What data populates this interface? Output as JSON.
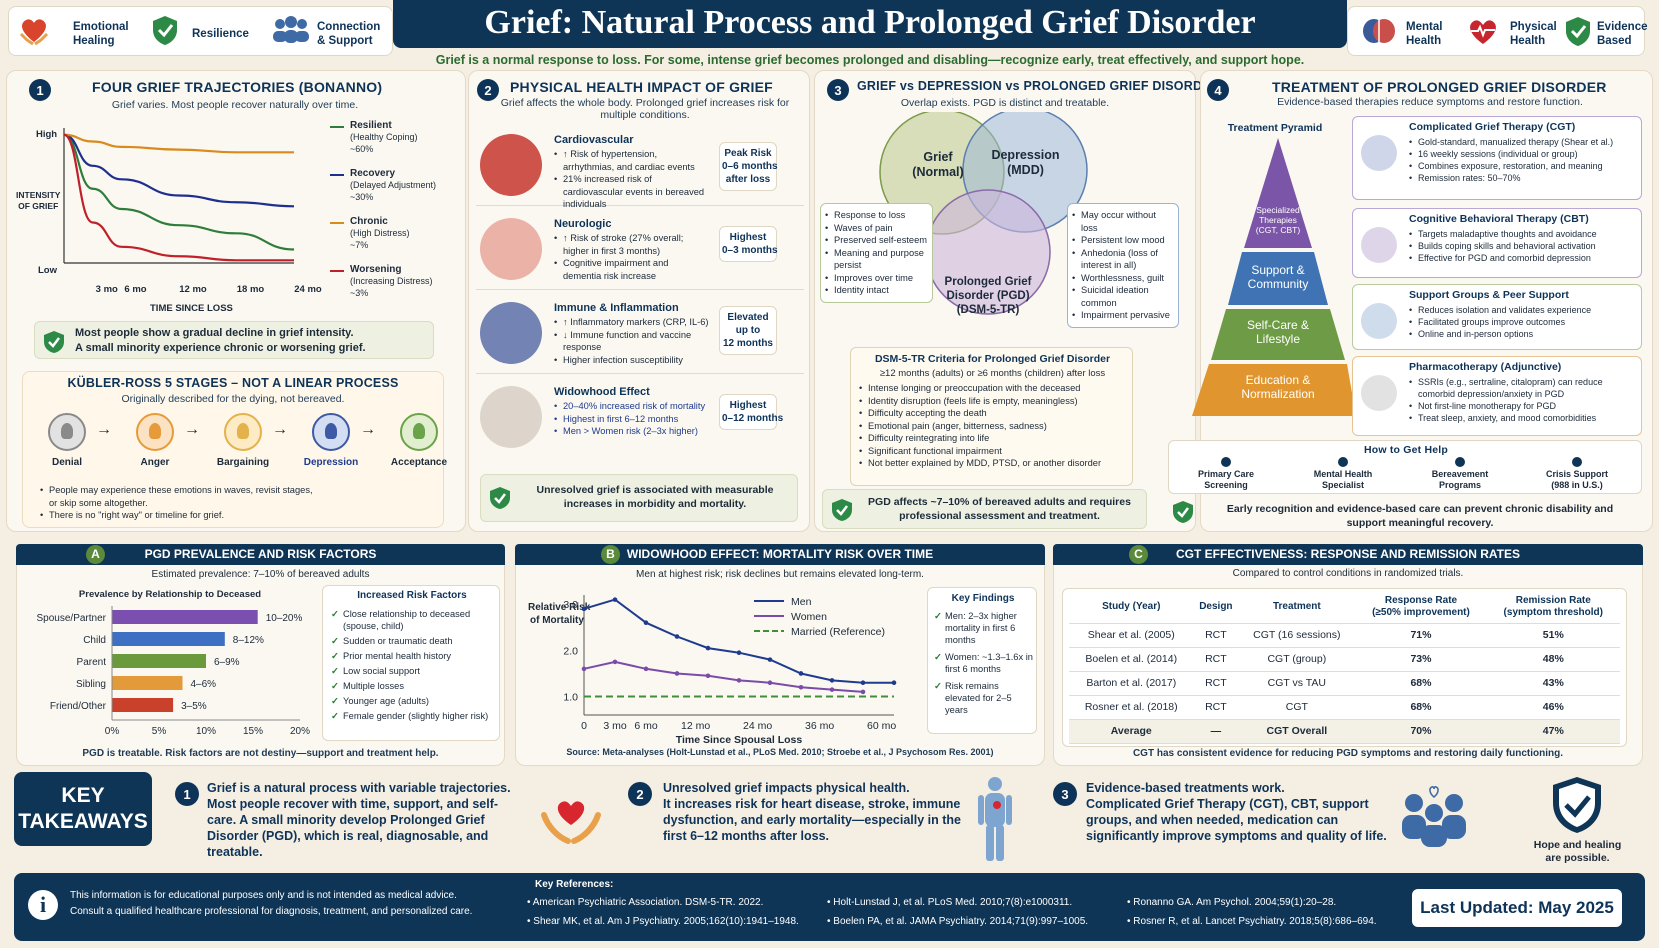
{
  "header": {
    "title": "Grief: Natural Process and Prolonged Grief Disorder",
    "subtitle": "Grief is a normal response to loss. For some, intense grief becomes prolonged and disabling—recognize early, treat effectively, and support hope.",
    "left_icons": [
      {
        "label": "Emotional\nHealing",
        "icon": "heart-hands-icon"
      },
      {
        "label": "Resilience",
        "icon": "shield-icon"
      },
      {
        "label": "Connection\n& Support",
        "icon": "people-icon"
      }
    ],
    "right_icons": [
      {
        "label": "Mental\nHealth",
        "icon": "brain-icon"
      },
      {
        "label": "Physical\nHealth",
        "icon": "heart-icon"
      },
      {
        "label": "Evidence\nBased",
        "icon": "shield-check-icon"
      }
    ]
  },
  "s1": {
    "num": "1",
    "title": "FOUR GRIEF TRAJECTORIES (BONANNO)",
    "sub": "Grief varies. Most people recover naturally over time.",
    "ylabel": "INTENSITY\nOF GRIEF",
    "y_high": "High",
    "y_low": "Low",
    "xlabel": "TIME SINCE LOSS",
    "xticks": [
      "3 mo",
      "6 mo",
      "12 mo",
      "18 mo",
      "24 mo"
    ],
    "legend": [
      {
        "name": "Resilient",
        "desc": "(Healthy Coping)",
        "pct": "~60%",
        "color": "#2e7d3a"
      },
      {
        "name": "Recovery",
        "desc": "(Delayed Adjustment)",
        "pct": "~30%",
        "color": "#1f2f8f"
      },
      {
        "name": "Chronic",
        "desc": "(High Distress)",
        "pct": "~7%",
        "color": "#d98a1c"
      },
      {
        "name": "Worsening",
        "desc": "(Increasing Distress)",
        "pct": "~3%",
        "color": "#c0202a"
      }
    ],
    "note1": "Most people show a gradual decline in grief intensity.",
    "note2": "A small minority experience chronic or worsening grief."
  },
  "kr": {
    "title": "KÜBLER-ROSS 5 STAGES – NOT A LINEAR PROCESS",
    "sub": "Originally described for the dying, not bereaved.",
    "stages": [
      "Denial",
      "Anger",
      "Bargaining",
      "Depression",
      "Acceptance"
    ],
    "arrow": "→",
    "b1": "People may experience these emotions in waves, revisit stages,",
    "b1b": "or skip some altogether.",
    "b2": "There is no \"right way\" or timeline for grief."
  },
  "s2": {
    "num": "2",
    "title": "PHYSICAL HEALTH IMPACT OF GRIEF",
    "sub": "Grief affects the whole body. Prolonged grief increases risk for multiple conditions.",
    "items": [
      {
        "title": "Cardiovascular",
        "bullets": [
          "↑ Risk of hypertension, arrhythmias, and cardiac events",
          "21% increased risk of cardiovascular events in bereaved individuals"
        ],
        "pill": "Peak Risk\n0–6 months\nafter loss"
      },
      {
        "title": "Neurologic",
        "bullets": [
          "↑ Risk of stroke (27% overall; higher in first 3 months)",
          "Cognitive impairment and dementia risk increase"
        ],
        "pill": "Highest\n0–3 months"
      },
      {
        "title": "Immune & Inflammation",
        "bullets": [
          "↑ Inflammatory markers (CRP, IL-6)",
          "↓ Immune function and vaccine response",
          "Higher infection susceptibility"
        ],
        "pill": "Elevated\nup to\n12 months"
      },
      {
        "title": "Widowhood Effect",
        "bullets": [
          "20–40% increased risk of mortality",
          "Highest in first 6–12 months",
          "Men > Women risk (2–3x higher)"
        ],
        "pill": "Highest\n0–12 months"
      }
    ],
    "note": "Unresolved grief is associated with measurable increases in morbidity and mortality."
  },
  "s3": {
    "num": "3",
    "title": "GRIEF vs DEPRESSION vs PROLONGED GRIEF DISORDER",
    "sub": "Overlap exists. PGD is distinct and treatable.",
    "c1": "Grief\n(Normal)",
    "c2": "Depression\n(MDD)",
    "c3": "Prolonged Grief\nDisorder (PGD)\n(DSM-5-TR)",
    "left": [
      "Response to loss",
      "Waves of pain",
      "Preserved self-esteem",
      "Meaning and purpose persist",
      "Improves over time",
      "Identity intact"
    ],
    "right": [
      "May occur without loss",
      "Persistent low mood",
      "Anhedonia (loss of interest in all)",
      "Worthlessness, guilt",
      "Suicidal ideation common",
      "Impairment pervasive"
    ],
    "dsm_title": "DSM-5-TR Criteria for Prolonged Grief Disorder",
    "dsm_sub": "≥12 months (adults) or ≥6 months (children) after loss",
    "dsm": [
      "Intense longing or preoccupation with the deceased",
      "Identity disruption (feels life is empty, meaningless)",
      "Difficulty accepting the death",
      "Emotional pain (anger, bitterness, sadness)",
      "Difficulty reintegrating into life",
      "Significant functional impairment",
      "Not better explained by MDD, PTSD, or another disorder"
    ],
    "note": "PGD affects ~7–10% of bereaved adults and requires professional assessment and treatment."
  },
  "s4": {
    "num": "4",
    "title": "TREATMENT OF PROLONGED GRIEF DISORDER",
    "sub": "Evidence-based therapies reduce symptoms and restore function.",
    "pyr_title": "Treatment Pyramid",
    "pyr": [
      "Specialized\nTherapies\n(CGT, CBT)",
      "Support &\nCommunity",
      "Self-Care &\nLifestyle",
      "Education &\nNormalization"
    ],
    "cards": [
      {
        "title": "Complicated Grief Therapy (CGT)",
        "bullets": [
          "Gold-standard, manualized therapy (Shear et al.)",
          "16 weekly sessions (individual or group)",
          "Combines exposure, restoration, and meaning",
          "Remission rates: 50–70%"
        ]
      },
      {
        "title": "Cognitive Behavioral Therapy (CBT)",
        "bullets": [
          "Targets maladaptive thoughts and avoidance",
          "Builds coping skills and behavioral activation",
          "Effective for PGD and comorbid depression"
        ]
      },
      {
        "title": "Support Groups & Peer Support",
        "bullets": [
          "Reduces isolation and validates experience",
          "Facilitated groups improve outcomes",
          "Online and in-person options"
        ]
      },
      {
        "title": "Pharmacotherapy (Adjunctive)",
        "bullets": [
          "SSRIs (e.g., sertraline, citalopram) can reduce comorbid depression/anxiety in PGD",
          "Not first-line monotherapy for PGD",
          "Treat sleep, anxiety, and mood comorbidities"
        ]
      }
    ],
    "help_title": "How to Get Help",
    "help": [
      "Primary Care\nScreening",
      "Mental Health\nSpecialist",
      "Bereavement\nPrograms",
      "Crisis Support\n(988 in U.S.)"
    ],
    "note": "Early recognition and evidence-based care can prevent chronic disability and support meaningful recovery."
  },
  "A": {
    "letter": "A",
    "title": "PGD PREVALENCE AND RISK FACTORS",
    "sub": "Estimated prevalence: 7–10% of bereaved adults",
    "chart_title": "Prevalence by Relationship to Deceased",
    "rf_title": "Increased Risk Factors",
    "risk": [
      "Close relationship to deceased (spouse, child)",
      "Sudden or traumatic death",
      "Prior mental health history",
      "Low social support",
      "Multiple losses",
      "Younger age (adults)",
      "Female gender (slightly higher risk)"
    ],
    "foot": "PGD is treatable. Risk factors are not destiny—support and treatment help."
  },
  "B": {
    "letter": "B",
    "title": "WIDOWHOOD EFFECT: MORTALITY RISK OVER TIME",
    "sub": "Men at highest risk; risk declines but remains elevated long-term.",
    "kf_title": "Key Findings",
    "kf": [
      "Men: 2–3x higher mortality in first 6 months",
      "Women: ~1.3–1.6x in first 6 months",
      "Risk remains elevated for 2–5 years"
    ],
    "source": "Source: Meta-analyses (Holt-Lunstad et al., PLoS Med. 2010; Stroebe et al., J Psychosom Res. 2001)"
  },
  "C": {
    "letter": "C",
    "title": "CGT EFFECTIVENESS: RESPONSE AND REMISSION RATES",
    "sub": "Compared to control conditions in randomized trials.",
    "headers": [
      "Study (Year)",
      "Design",
      "Treatment",
      "Response Rate\n(≥50% improvement)",
      "Remission Rate\n(symptom threshold)"
    ],
    "rows": [
      [
        "Shear et al. (2005)",
        "RCT",
        "CGT (16 sessions)",
        "71%",
        "51%"
      ],
      [
        "Boelen et al. (2014)",
        "RCT",
        "CGT (group)",
        "73%",
        "48%"
      ],
      [
        "Barton et al. (2017)",
        "RCT",
        "CGT vs TAU",
        "68%",
        "43%"
      ],
      [
        "Rosner et al. (2018)",
        "RCT",
        "CGT",
        "68%",
        "46%"
      ],
      [
        "Average",
        "—",
        "CGT Overall",
        "70%",
        "47%"
      ]
    ],
    "foot": "CGT has consistent evidence for reducing PGD symptoms and restoring daily functioning."
  },
  "takeaways": {
    "title": "KEY\nTAKEAWAYS",
    "items": [
      {
        "num": "1",
        "l1": "Grief is a natural process with variable trajectories.",
        "rest": "Most people recover with time, support, and self-care. A small minority develop Prolonged Grief Disorder (PGD), which is real, diagnosable, and treatable."
      },
      {
        "num": "2",
        "l1": "Unresolved grief impacts physical health.",
        "rest": "It increases risk for heart disease, stroke, immune dysfunction, and early mortality—especially in the first 6–12 months after loss."
      },
      {
        "num": "3",
        "l1": "Evidence-based treatments work.",
        "rest": "Complicated Grief Therapy (CGT), CBT, support groups, and when needed, medication can significantly improve symptoms and quality of life."
      }
    ],
    "hope": "Hope and healing\nare possible."
  },
  "footer": {
    "disclaimer1": "This information is for educational purposes only and is not intended as medical advice.",
    "disclaimer2": "Consult a qualified healthcare professional for diagnosis, treatment, and personalized care.",
    "refs_title": "Key References:",
    "refs": [
      "American Psychiatric Association. DSM-5-TR. 2022.",
      "Shear MK, et al. Am J Psychiatry. 2005;162(10):1941–1948.",
      "Holt-Lunstad J, et al. PLoS Med. 2010;7(8):e1000311.",
      "Boelen PA, et al. JAMA Psychiatry. 2014;71(9):997–1005.",
      "Ronanno GA. Am Psychol. 2004;59(1):20–28.",
      "Rosner R, et al. Lancet Psychiatry. 2018;5(8):686–694."
    ],
    "updated": "Last Updated: May 2025"
  },
  "chart_data": [
    {
      "type": "line",
      "title": "FOUR GRIEF TRAJECTORIES (BONANNO)",
      "xlabel": "TIME SINCE LOSS",
      "ylabel": "INTENSITY OF GRIEF",
      "x": [
        0,
        3,
        6,
        12,
        18,
        24
      ],
      "xticks": [
        "3 mo",
        "6 mo",
        "12 mo",
        "18 mo",
        "24 mo"
      ],
      "yrange": [
        "Low",
        "High"
      ],
      "series": [
        {
          "name": "Resilient",
          "values": [
            0.95,
            0.55,
            0.4,
            0.28,
            0.22,
            0.1
          ],
          "color": "#2e7d3a"
        },
        {
          "name": "Recovery",
          "values": [
            0.95,
            0.72,
            0.62,
            0.5,
            0.45,
            0.42
          ],
          "color": "#1f2f8f"
        },
        {
          "name": "Chronic",
          "values": [
            0.95,
            0.9,
            0.86,
            0.84,
            0.82,
            0.82
          ],
          "color": "#d98a1c"
        },
        {
          "name": "Worsening",
          "values": [
            0.95,
            0.3,
            0.12,
            0.05,
            0.02,
            0.02
          ],
          "color": "#c0202a"
        }
      ]
    },
    {
      "type": "bar",
      "orientation": "horizontal",
      "title": "Prevalence by Relationship to Deceased",
      "categories": [
        "Spouse/Partner",
        "Child",
        "Parent",
        "Sibling",
        "Friend/Other"
      ],
      "values": [
        15.5,
        12,
        10,
        7.5,
        6.5
      ],
      "labels": [
        "10–20%",
        "8–12%",
        "6–9%",
        "4–6%",
        "3–5%"
      ],
      "colors": [
        "#7b4fb0",
        "#3d6fc2",
        "#6b9a3c",
        "#e29a3a",
        "#c9412a"
      ],
      "xlim": [
        0,
        20
      ],
      "xticks": [
        "0%",
        "5%",
        "10%",
        "15%",
        "20%"
      ]
    },
    {
      "type": "line",
      "title": "WIDOWHOOD EFFECT: MORTALITY RISK OVER TIME",
      "xlabel": "Time Since Spousal Loss",
      "ylabel": "Relative Risk of Mortality",
      "xticks": [
        "0",
        "3 mo",
        "6 mo",
        "12 mo",
        "24 mo",
        "36 mo",
        "60 mo"
      ],
      "ylim": [
        0.6,
        3.2
      ],
      "yticks": [
        "1.0",
        "2.0",
        "3.0"
      ],
      "series": [
        {
          "name": "Men",
          "color": "#1f3b8f",
          "values": [
            2.9,
            3.1,
            2.6,
            2.3,
            2.05,
            1.95,
            1.8,
            1.5,
            1.35,
            1.3,
            1.3
          ]
        },
        {
          "name": "Women",
          "color": "#7a4ba8",
          "values": [
            1.6,
            1.75,
            1.6,
            1.5,
            1.45,
            1.35,
            1.3,
            1.2,
            1.15,
            1.1,
            null
          ]
        },
        {
          "name": "Married (Reference)",
          "color": "#3f8f3a",
          "dashed": true,
          "values": [
            1,
            1,
            1,
            1,
            1,
            1,
            1,
            1,
            1,
            1,
            1
          ]
        }
      ]
    }
  ]
}
